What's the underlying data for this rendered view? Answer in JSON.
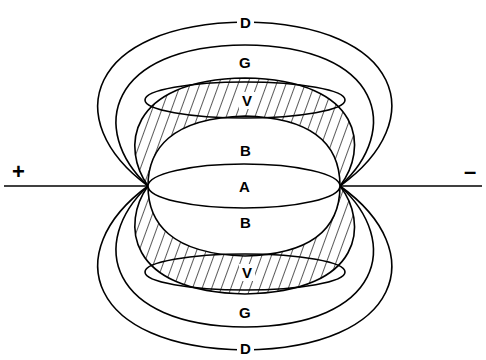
{
  "diagram": {
    "labels": [
      "+",
      "–",
      "D",
      "G",
      "V",
      "B",
      "A",
      "B",
      "V",
      "G",
      "D"
    ]
  }
}
